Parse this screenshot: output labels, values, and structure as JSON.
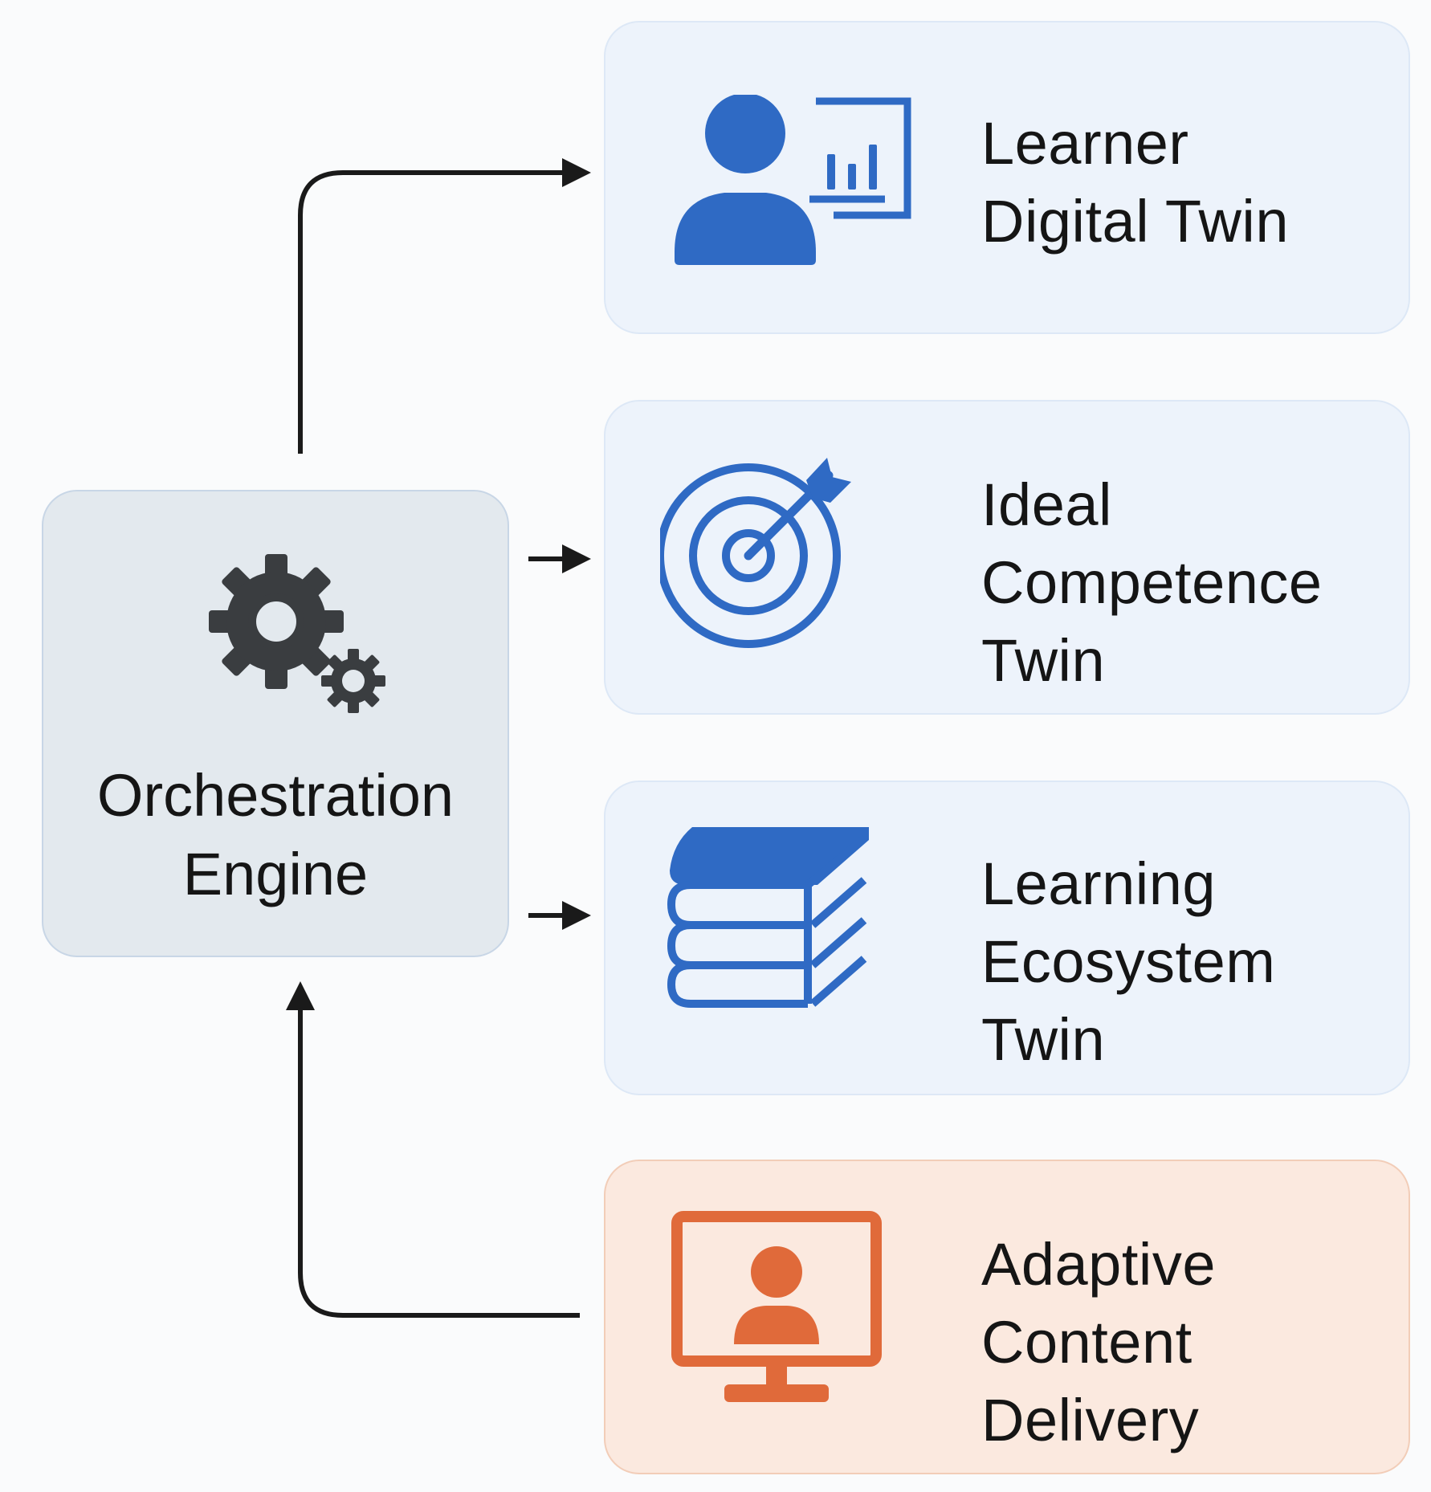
{
  "engine": {
    "lines": [
      "Orchestration",
      "Engine"
    ],
    "icon": "gears-icon"
  },
  "nodes": [
    {
      "id": "learner-digital-twin",
      "lines": [
        "Learner",
        "Digital Twin"
      ],
      "icon": "user-chart-icon",
      "color": "#2f6ac4"
    },
    {
      "id": "ideal-competence-twin",
      "lines": [
        "Ideal",
        "Competence",
        "Twin"
      ],
      "icon": "target-arrow-icon",
      "color": "#2f6ac4"
    },
    {
      "id": "learning-ecosystem-twin",
      "lines": [
        "Learning",
        "Ecosystem",
        "Twin"
      ],
      "icon": "books-icon",
      "color": "#2f6ac4"
    },
    {
      "id": "adaptive-content-delivery",
      "lines": [
        "Adaptive",
        "Content",
        "Delivery"
      ],
      "icon": "monitor-user-icon",
      "color": "#e06a3a"
    }
  ],
  "colors": {
    "blue_accent": "#2f6ac4",
    "orange_accent": "#e06a3a",
    "connector": "#1a1a1a",
    "gear": "#3a3d40"
  }
}
